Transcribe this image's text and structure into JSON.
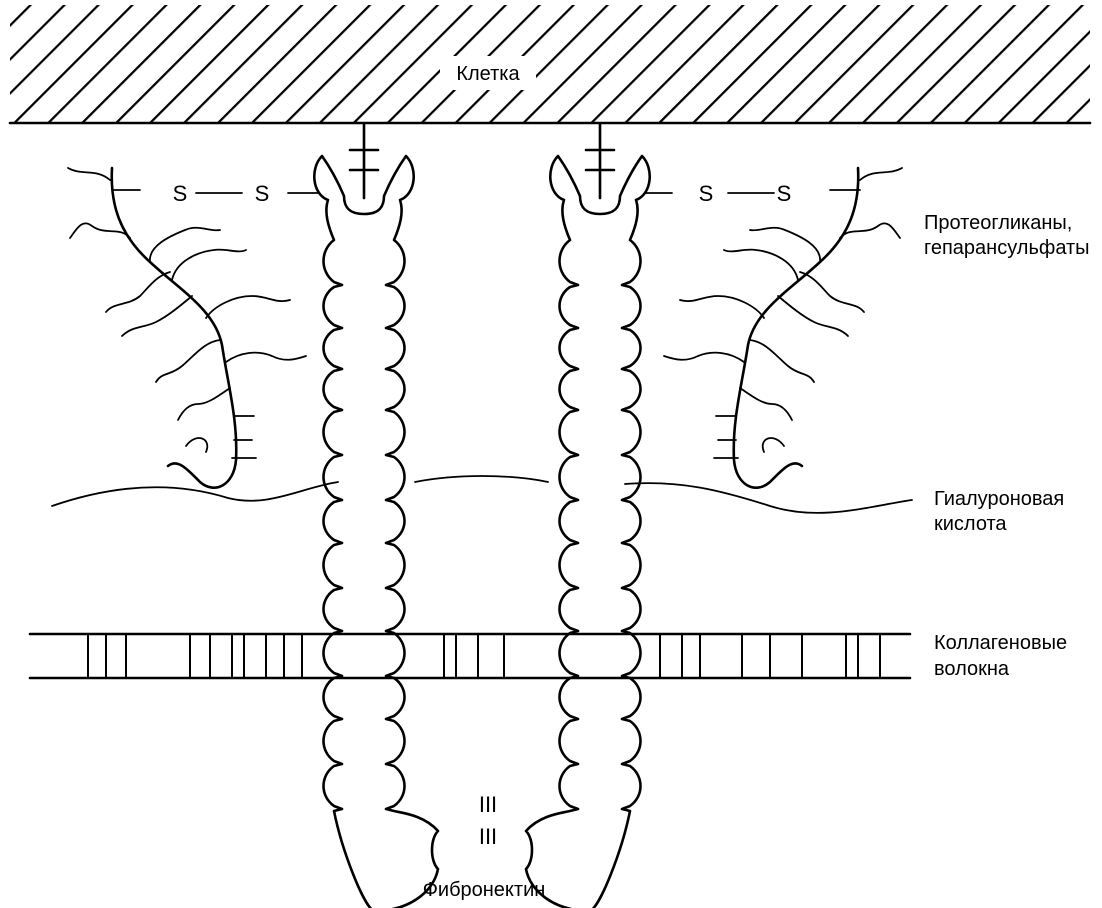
{
  "labels": {
    "cell": "Клетка",
    "proteoglycans_line1": "Протеогликаны,",
    "proteoglycans_line2": "гепарансульфаты",
    "hyaluronic_line1": "Гиалуроновая",
    "hyaluronic_line2": "кислота",
    "collagen_line1": "Коллагеновые",
    "collagen_line2": "волокна",
    "fibronectin": "Фибронектин",
    "disulfide_atom": "S",
    "disulfide_bridge": "III"
  },
  "colors": {
    "ink": "#000000",
    "background": "#ffffff"
  }
}
